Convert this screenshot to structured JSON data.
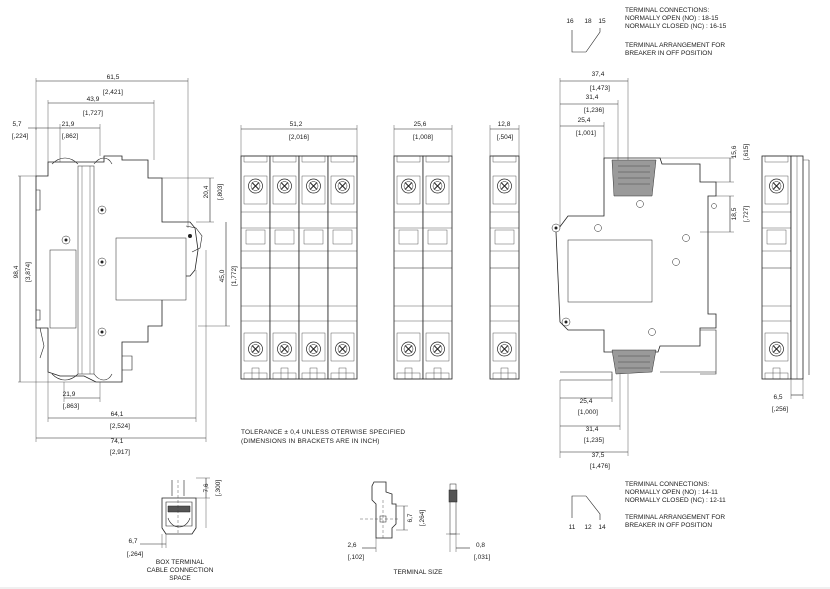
{
  "side_view": {
    "dims": [
      "61,5",
      "[2,421]",
      "43,9",
      "[1,727]",
      "5,7",
      "[,224]",
      "21,9",
      "[,862]",
      "98,4",
      "[3,874]",
      "20,4",
      "[,803]",
      "45,0",
      "[1,772]",
      "21,9",
      "[,863]",
      "64,1",
      "[2,524]",
      "74,1",
      "[2,917]"
    ]
  },
  "front_views": {
    "four_pole": {
      "width": "51,2",
      "width_in": "[2,016]"
    },
    "two_pole": {
      "width": "25,6",
      "width_in": "[1,008]"
    },
    "one_pole": {
      "width": "12,8",
      "width_in": "[,504]"
    }
  },
  "tolerance_note": [
    "TOLERANCE ± 0,4 UNLESS OTERWISE SPECIFIED",
    "(DIMENSIONS IN BRACKETS ARE IN INCH)"
  ],
  "aux_top": {
    "pins": [
      "16",
      "18",
      "15"
    ],
    "notes": [
      "TERMINAL CONNECTIONS:",
      "NORMALLY OPEN (NO)   : 18-15",
      "NORMALLY CLOSED (NC) : 16-15",
      "TERMINAL ARRANGEMENT FOR",
      "BREAKER IN OFF POSITION"
    ]
  },
  "aux_side": {
    "dims_top": [
      "37,4",
      "[1,473]",
      "31,4",
      "[1,236]",
      "25,4",
      "[1,001]"
    ],
    "dims_right": [
      "15,6",
      "[,615]",
      "18,5",
      "[,727]"
    ],
    "dims_bottom": [
      "25,4",
      "[1,000]",
      "31,4",
      "[1,235]",
      "37,5",
      "[1,476]"
    ]
  },
  "aux_front": {
    "dims": [
      "6,5",
      "[,256]"
    ]
  },
  "aux_bottom": {
    "pins": [
      "11",
      "12",
      "14"
    ],
    "notes": [
      "TERMINAL CONNECTIONS:",
      "NORMALLY OPEN (NO)   : 14-11",
      "NORMALLY CLOSED (NC) : 12-11",
      "TERMINAL ARRANGEMENT FOR",
      "BREAKER IN OFF POSITION"
    ]
  },
  "box_terminal": {
    "dims": [
      "7,6",
      "[,300]",
      "6,7",
      "[,264]"
    ],
    "caption": [
      "BOX TERMINAL",
      "CABLE CONNECTION",
      "SPACE"
    ]
  },
  "terminal_size": {
    "dims": [
      "6,7",
      "[,264]",
      "2,6",
      "[,102]",
      "0,8",
      "[,031]"
    ],
    "caption": "TERMINAL SIZE"
  }
}
